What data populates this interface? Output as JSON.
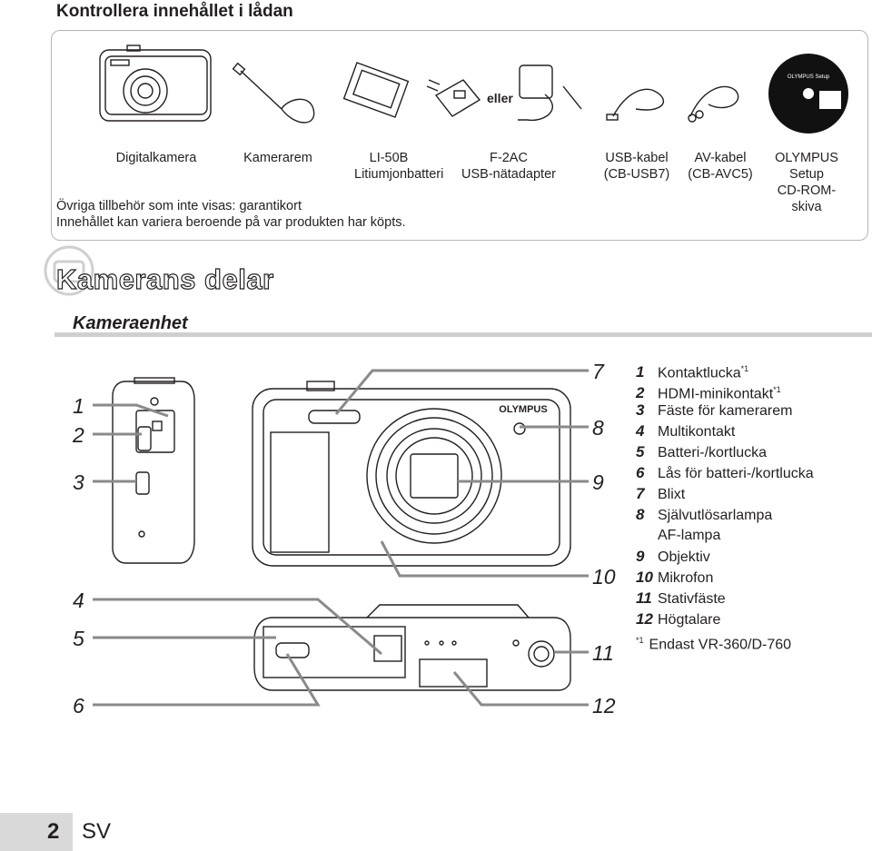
{
  "title": "Kontrollera innehållet i lådan",
  "contents": {
    "items": [
      {
        "label": "Digitalkamera",
        "icon": "camera-icon"
      },
      {
        "label": "Kamerarem",
        "icon": "strap-icon"
      },
      {
        "label_lines": [
          "LI-50B",
          "Litiumjonbatteri"
        ],
        "icon": "battery-icon"
      },
      {
        "label_lines": [
          "F-2AC",
          "USB-nätadapter"
        ],
        "icon": "usb-adapter-icon"
      },
      {
        "label_lines": [
          "USB-kabel",
          "(CB-USB7)"
        ],
        "icon": "usb-cable-icon"
      },
      {
        "label_lines": [
          "AV-kabel",
          "(CB-AVC5)"
        ],
        "icon": "av-cable-icon"
      },
      {
        "label_lines": [
          "OLYMPUS",
          "Setup",
          "CD-ROM-",
          "skiva"
        ],
        "icon": "cd-rom-icon"
      }
    ],
    "or_label": "eller",
    "note_lines": [
      "Övriga tillbehör som inte visas: garantikort",
      "Innehållet kan variera beroende på var produkten har köpts."
    ],
    "cd_text": "OLYMPUS Setup"
  },
  "section_title": "Kamerans delar",
  "subsection_title": "Kameraenhet",
  "brand": "OLYMPUS",
  "callouts": [
    "1",
    "2",
    "3",
    "4",
    "5",
    "6",
    "7",
    "8",
    "9",
    "10",
    "11",
    "12"
  ],
  "parts": [
    {
      "num": "1",
      "label": "Kontaktlucka",
      "note": "*1"
    },
    {
      "num": "2",
      "label": "HDMI-minikontakt",
      "note": "*1"
    },
    {
      "num": "3",
      "label": "Fäste för kamerarem"
    },
    {
      "num": "4",
      "label": "Multikontakt"
    },
    {
      "num": "5",
      "label": "Batteri-/kortlucka"
    },
    {
      "num": "6",
      "label": "Lås för batteri-/kortlucka"
    },
    {
      "num": "7",
      "label": "Blixt"
    },
    {
      "num": "8",
      "label": "Självutlösarlampa"
    },
    {
      "num": "",
      "label": "AF-lampa"
    },
    {
      "num": "9",
      "label": "Objektiv"
    },
    {
      "num": "10",
      "label": "Mikrofon"
    },
    {
      "num": "11",
      "label": "Stativfäste"
    },
    {
      "num": "12",
      "label": "Högtalare"
    }
  ],
  "footnote": {
    "mark": "*1",
    "text": "Endast VR-360/D-760"
  },
  "page_number": "2",
  "language": "SV"
}
